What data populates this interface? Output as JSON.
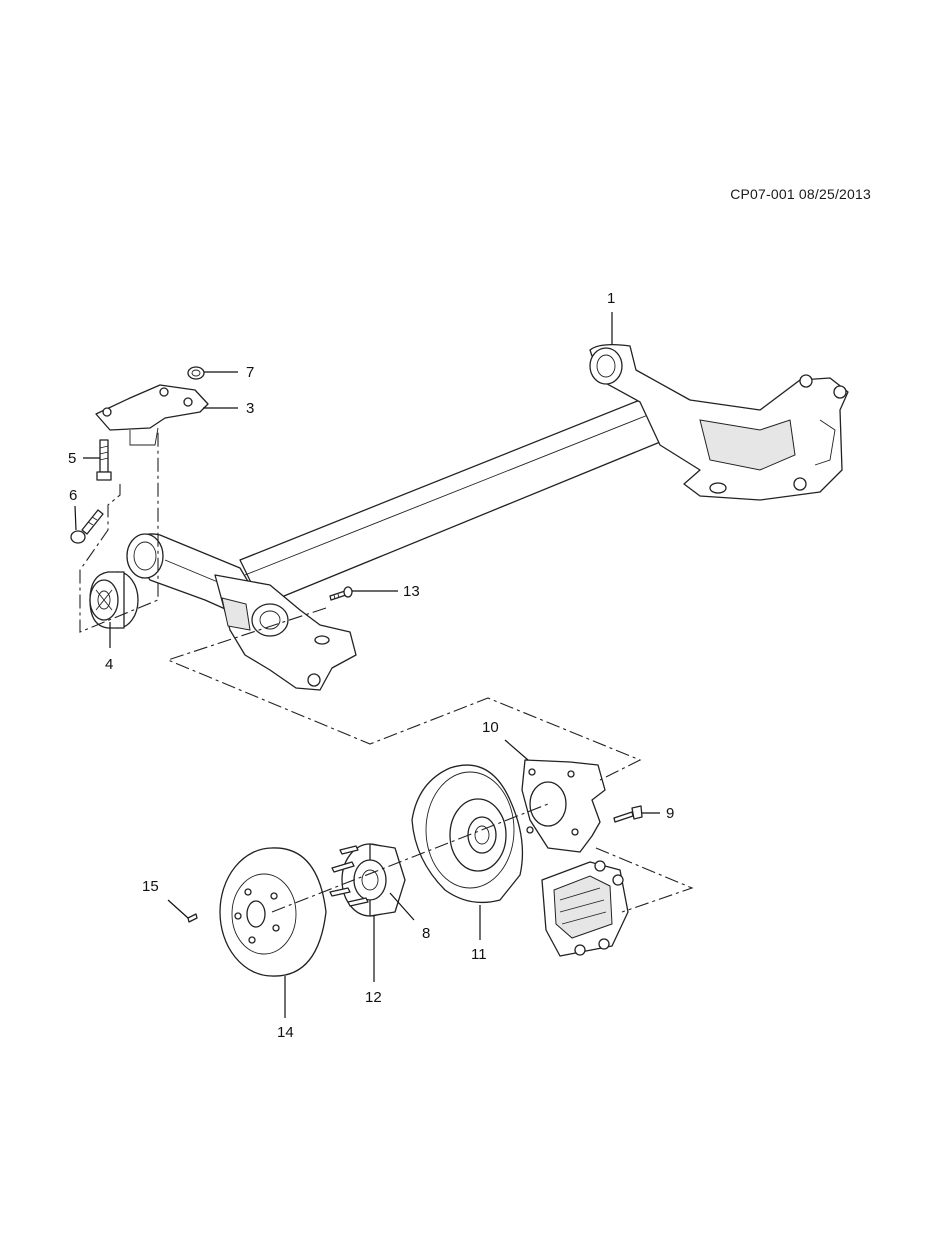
{
  "header": {
    "code": "CP07-001 08/25/2013"
  },
  "callouts": [
    {
      "id": "1",
      "text": "1"
    },
    {
      "id": "3",
      "text": "3"
    },
    {
      "id": "4",
      "text": "4"
    },
    {
      "id": "5",
      "text": "5"
    },
    {
      "id": "6",
      "text": "6"
    },
    {
      "id": "7",
      "text": "7"
    },
    {
      "id": "8",
      "text": "8"
    },
    {
      "id": "9",
      "text": "9"
    },
    {
      "id": "10",
      "text": "10"
    },
    {
      "id": "11",
      "text": "11"
    },
    {
      "id": "12",
      "text": "12"
    },
    {
      "id": "13",
      "text": "13"
    },
    {
      "id": "14",
      "text": "14"
    },
    {
      "id": "15",
      "text": "15"
    }
  ]
}
